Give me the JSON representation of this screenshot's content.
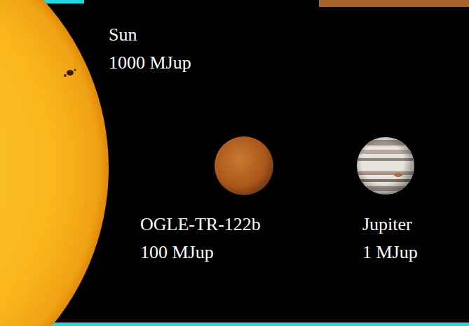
{
  "diagram": {
    "labels": [
      "Sun",
      "1000 MJup",
      "OGLE-TR-122b",
      "100 MJup",
      "Jupiter",
      "1 MJup"
    ]
  }
}
